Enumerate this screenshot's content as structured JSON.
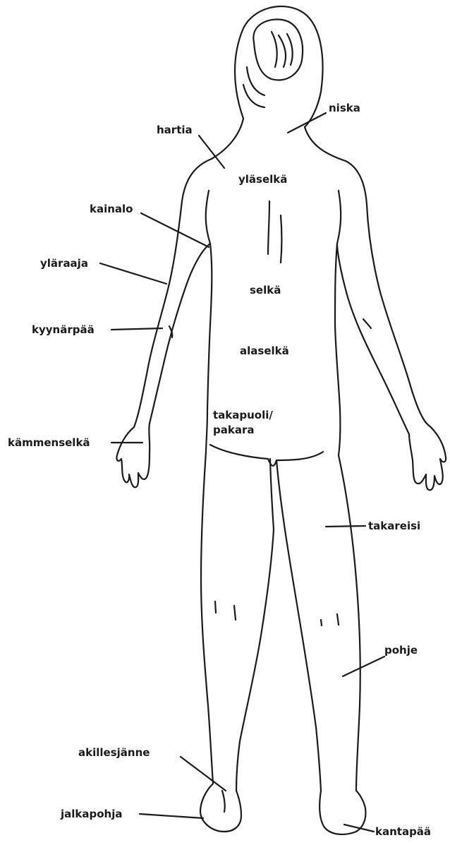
{
  "labels": {
    "niska": "niska",
    "hartia": "hartia",
    "ylaselka": "yläselkä",
    "kainalo": "kainalo",
    "ylaraaja": "yläraaja",
    "selka": "selkä",
    "kyynarpaa": "kyynärpää",
    "alaselka": "alaselkä",
    "takapuoli_line1": "takapuoli/",
    "takapuoli_line2": "pakara",
    "kammenselka": "kämmenselkä",
    "takareisi": "takareisi",
    "pohje": "pohje",
    "akillesjanne": "akillesjänne",
    "jalkapohja": "jalkapohja",
    "kantapaa": "kantapää"
  },
  "colors": {
    "ink": "#1a1a1a",
    "background": "#ffffff"
  }
}
